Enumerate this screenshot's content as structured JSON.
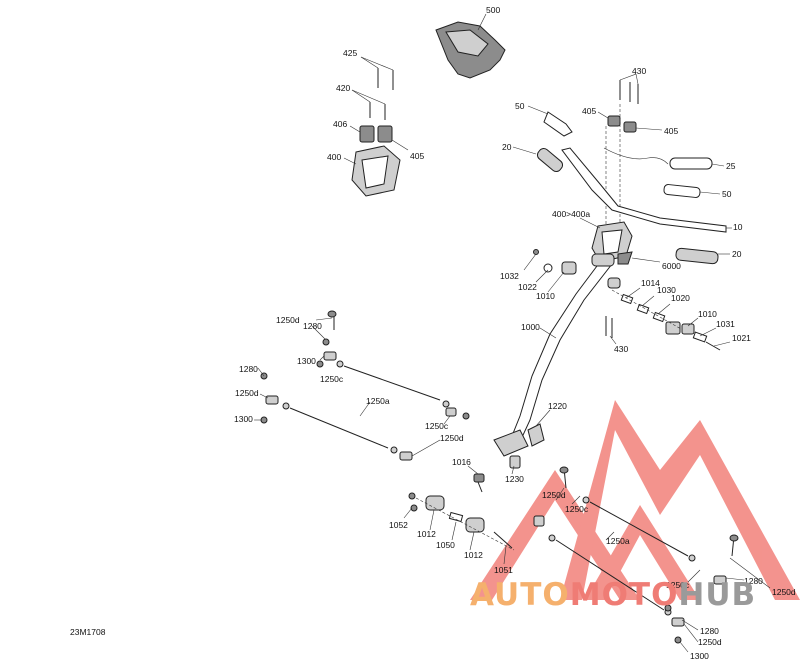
{
  "diagram": {
    "reference_code": "23M1708",
    "callouts": [
      {
        "id": "c500",
        "text": "500"
      },
      {
        "id": "c425",
        "text": "425"
      },
      {
        "id": "c420",
        "text": "420"
      },
      {
        "id": "c406",
        "text": "406"
      },
      {
        "id": "c405a",
        "text": "405"
      },
      {
        "id": "c400",
        "text": "400"
      },
      {
        "id": "c430a",
        "text": "430"
      },
      {
        "id": "c405b",
        "text": "405"
      },
      {
        "id": "c405c",
        "text": "405"
      },
      {
        "id": "c50a",
        "text": "50"
      },
      {
        "id": "c20a",
        "text": "20"
      },
      {
        "id": "c25",
        "text": "25"
      },
      {
        "id": "c50b",
        "text": "50"
      },
      {
        "id": "c10",
        "text": "10"
      },
      {
        "id": "c400a",
        "text": "400>400a"
      },
      {
        "id": "c20b",
        "text": "20"
      },
      {
        "id": "c6000",
        "text": "6000"
      },
      {
        "id": "c1032",
        "text": "1032"
      },
      {
        "id": "c1022",
        "text": "1022"
      },
      {
        "id": "c1010a",
        "text": "1010"
      },
      {
        "id": "c1014",
        "text": "1014"
      },
      {
        "id": "c1030",
        "text": "1030"
      },
      {
        "id": "c1020",
        "text": "1020"
      },
      {
        "id": "c1010b",
        "text": "1010"
      },
      {
        "id": "c1031",
        "text": "1031"
      },
      {
        "id": "c1021",
        "text": "1021"
      },
      {
        "id": "c430b",
        "text": "430"
      },
      {
        "id": "c1000",
        "text": "1000"
      },
      {
        "id": "c1250d_a",
        "text": "1250d"
      },
      {
        "id": "c1280a",
        "text": "1280"
      },
      {
        "id": "c1300a",
        "text": "1300"
      },
      {
        "id": "c1250c_a",
        "text": "1250c"
      },
      {
        "id": "c1280b",
        "text": "1280"
      },
      {
        "id": "c1250d_b",
        "text": "1250d"
      },
      {
        "id": "c1250a_a",
        "text": "1250a"
      },
      {
        "id": "c1300b",
        "text": "1300"
      },
      {
        "id": "c1250c_b",
        "text": "1250c"
      },
      {
        "id": "c1250d_c",
        "text": "1250d"
      },
      {
        "id": "c1220",
        "text": "1220"
      },
      {
        "id": "c1016",
        "text": "1016"
      },
      {
        "id": "c1230",
        "text": "1230"
      },
      {
        "id": "c1250d_d",
        "text": "1250d"
      },
      {
        "id": "c1250c_c",
        "text": "1250c"
      },
      {
        "id": "c1052",
        "text": "1052"
      },
      {
        "id": "c1012a",
        "text": "1012"
      },
      {
        "id": "c1050",
        "text": "1050"
      },
      {
        "id": "c1012b",
        "text": "1012"
      },
      {
        "id": "c1051",
        "text": "1051"
      },
      {
        "id": "c1250a_b",
        "text": "1250a"
      },
      {
        "id": "c1250c_d",
        "text": "1250c"
      },
      {
        "id": "c1280c",
        "text": "1280"
      },
      {
        "id": "c1250d_e",
        "text": "1250d"
      },
      {
        "id": "c1280d",
        "text": "1280"
      },
      {
        "id": "c1250d_f",
        "text": "1250d"
      },
      {
        "id": "c1300c",
        "text": "1300"
      }
    ]
  },
  "watermark": {
    "part1": "AUTO",
    "part2": "MOTO",
    "part3": "HUB",
    "colors": {
      "auto": "#f5b06d",
      "moto": "#ef7c75",
      "hub": "#9a9a9a",
      "logo": "#ef6f68"
    },
    "logo_icon": "triangle-mountain-logo-icon"
  }
}
